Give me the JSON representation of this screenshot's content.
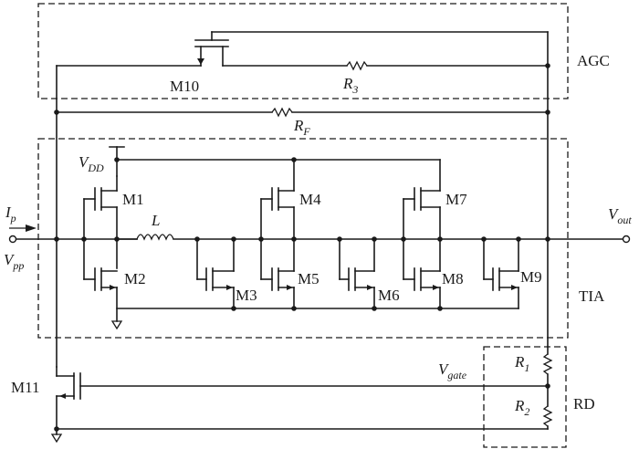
{
  "blocks": {
    "agc": "AGC",
    "tia": "TIA",
    "rd": "RD"
  },
  "transistors": {
    "m1": "M1",
    "m2": "M2",
    "m3": "M3",
    "m4": "M4",
    "m5": "M5",
    "m6": "M6",
    "m7": "M7",
    "m8": "M8",
    "m9": "M9",
    "m10": "M10",
    "m11": "M11"
  },
  "components": {
    "inductor": {
      "symbol": "L"
    },
    "r3": {
      "symbol": "R",
      "sub": "3"
    },
    "rf": {
      "symbol": "R",
      "sub": "F"
    },
    "r1": {
      "symbol": "R",
      "sub": "1"
    },
    "r2": {
      "symbol": "R",
      "sub": "2"
    }
  },
  "signals": {
    "vdd": {
      "symbol": "V",
      "sub": "DD"
    },
    "ip": {
      "symbol": "I",
      "sub": "p"
    },
    "vpp": {
      "symbol": "V",
      "sub": "pp"
    },
    "vout": {
      "symbol": "V",
      "sub": "out"
    },
    "vgate": {
      "symbol": "V",
      "sub": "gate"
    }
  },
  "icons": {
    "ground": "ground-symbol",
    "inductor": "inductor-coil",
    "resistor": "resistor-zigzag",
    "terminal": "open-circle-terminal"
  }
}
